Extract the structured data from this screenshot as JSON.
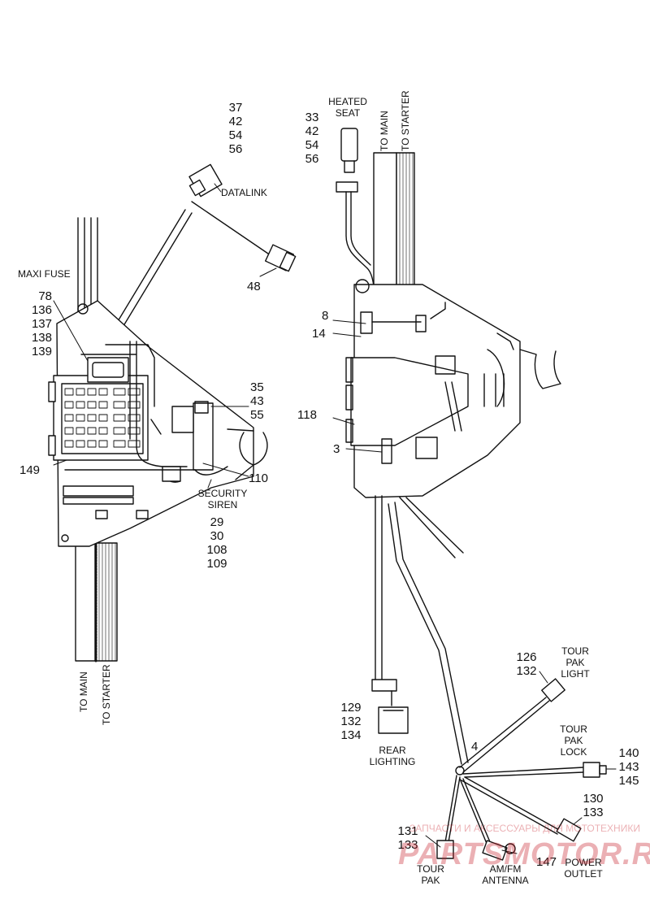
{
  "left_assembly": {
    "callouts": {
      "c37_group": [
        "37",
        "42",
        "54",
        "56"
      ],
      "datalink": "DATALINK",
      "c48": "48",
      "maxi_fuse": "MAXI FUSE",
      "c78_group": [
        "78",
        "136",
        "137",
        "138",
        "139"
      ],
      "c35_group": [
        "35",
        "43",
        "55"
      ],
      "c149": "149",
      "c110": "110",
      "security_siren": [
        "SECURITY",
        "SIREN"
      ],
      "c29_group": [
        "29",
        "30",
        "108",
        "109"
      ],
      "to_main": "TO MAIN",
      "to_starter": "TO STARTER"
    }
  },
  "right_assembly": {
    "callouts": {
      "c33_group": [
        "33",
        "42",
        "54",
        "56"
      ],
      "heated_seat": [
        "HEATED",
        "SEAT"
      ],
      "to_main": "TO MAIN",
      "to_starter": "TO STARTER",
      "c8": "8",
      "c14": "14",
      "c118": "118",
      "c3": "3",
      "c126_group": [
        "126",
        "132"
      ],
      "tour_pak_light": [
        "TOUR",
        "PAK",
        "LIGHT"
      ],
      "c129_group": [
        "129",
        "132",
        "134"
      ],
      "rear_lighting": [
        "REAR",
        "LIGHTING"
      ],
      "c4": "4",
      "tour_pak_lock": [
        "TOUR",
        "PAK",
        "LOCK"
      ],
      "c140_group": [
        "140",
        "143",
        "145"
      ],
      "c130_group": [
        "130",
        "133"
      ],
      "c131_group": [
        "131",
        "133"
      ],
      "tour_pak": [
        "TOUR",
        "PAK"
      ],
      "am_fm_antenna": [
        "AM/FM",
        "ANTENNA"
      ],
      "c147": "147",
      "power_outlet": [
        "POWER",
        "OUTLET"
      ]
    }
  },
  "watermark": {
    "line1": "ЗАПЧАСТИ И АКСЕССУАРЫ ДЛЯ МОТОТЕХНИКИ",
    "line2": "PARTSMOTOR.RU"
  }
}
